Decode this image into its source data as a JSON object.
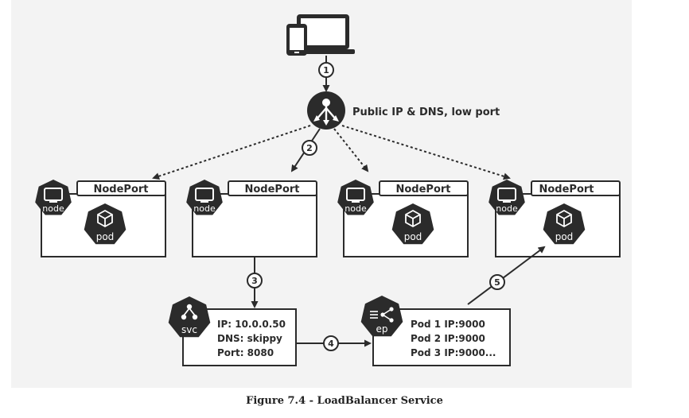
{
  "load_balancer": {
    "label": "Public IP & DNS, low port"
  },
  "steps": [
    "1",
    "2",
    "3",
    "4",
    "5"
  ],
  "nodes": [
    {
      "tab_label": "NodePort",
      "node_label": "node",
      "pod_label": "pod"
    },
    {
      "tab_label": "NodePort",
      "node_label": "node"
    },
    {
      "tab_label": "NodePort",
      "node_label": "node",
      "pod_label": "pod"
    },
    {
      "tab_label": "NodePort",
      "node_label": "node",
      "pod_label": "pod"
    }
  ],
  "service": {
    "icon_label": "svc",
    "lines": [
      "IP: 10.0.0.50",
      "DNS: skippy",
      "Port: 8080"
    ]
  },
  "endpoints": {
    "icon_label": "ep",
    "lines": [
      "Pod 1 IP:9000",
      "Pod 2 IP:9000",
      "Pod 3 IP:9000..."
    ]
  },
  "caption": "Figure 7.4 - LoadBalancer Service",
  "colors": {
    "dark": "#2b2b2b",
    "panel": "#f3f3f3",
    "white": "#ffffff"
  }
}
